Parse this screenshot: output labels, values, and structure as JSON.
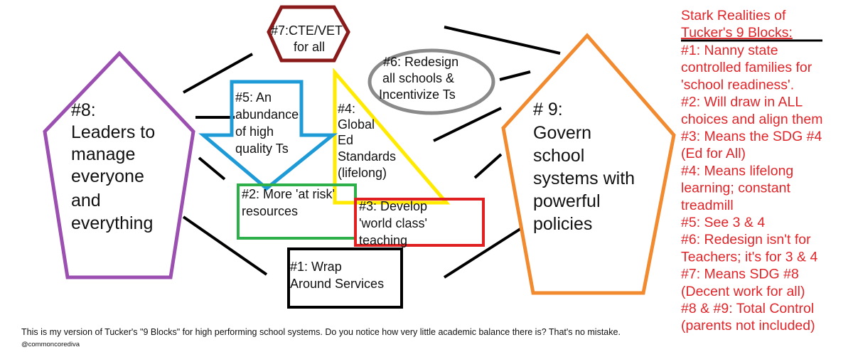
{
  "blocks": {
    "b1": {
      "lines": [
        "#1: Wrap",
        "Around Services"
      ],
      "color": "#000000"
    },
    "b2": {
      "lines": [
        "#2: More 'at risk'",
        "resources"
      ],
      "color": "#2db04a"
    },
    "b3": {
      "lines": [
        "#3: Develop",
        "'world class'",
        "teaching"
      ],
      "color": "#e02020"
    },
    "b4": {
      "lines": [
        "#4:",
        "Global",
        "Ed",
        "Standards",
        "(lifelong)"
      ],
      "color": "#ffea00"
    },
    "b5": {
      "lines": [
        "#5: An",
        "abundance",
        "of high",
        "quality Ts"
      ],
      "color": "#1e9bd7"
    },
    "b6": {
      "lines": [
        "#6: Redesign",
        "all schools &",
        "Incentivize Ts"
      ],
      "color": "#8a8a8a"
    },
    "b7": {
      "lines": [
        "#7:CTE/VET",
        "for all"
      ],
      "color": "#8b1a1a"
    },
    "b8": {
      "lines": [
        "#8:",
        "Leaders to",
        "manage",
        "everyone",
        "and",
        "everything"
      ],
      "color": "#9b4fb0"
    },
    "b9": {
      "lines": [
        "# 9:",
        "Govern",
        "school",
        "systems with",
        "powerful",
        "policies"
      ],
      "color": "#f28a30"
    }
  },
  "realities": {
    "title": [
      "Stark Realities of",
      "Tucker's 9 Blocks:"
    ],
    "lines": [
      "#1: Nanny state",
      "controlled families for",
      "'school readiness'.",
      "#2: Will draw in ALL",
      "choices and align them",
      "#3: Means the SDG #4",
      "(Ed for All)",
      "#4: Means lifelong",
      "learning; constant",
      "treadmill",
      "#5: See 3 & 4",
      "#6: Redesign isn't for",
      "Teachers; it's for 3 & 4",
      "#7: Means SDG #8",
      "(Decent work for all)",
      "#8 & #9: Total Control",
      "(parents not included)"
    ]
  },
  "caption": "This is my version of Tucker's \"9 Blocks\" for high performing school systems. Do you notice how very little academic balance there is? That's no mistake.",
  "handle": "@commoncorediva"
}
